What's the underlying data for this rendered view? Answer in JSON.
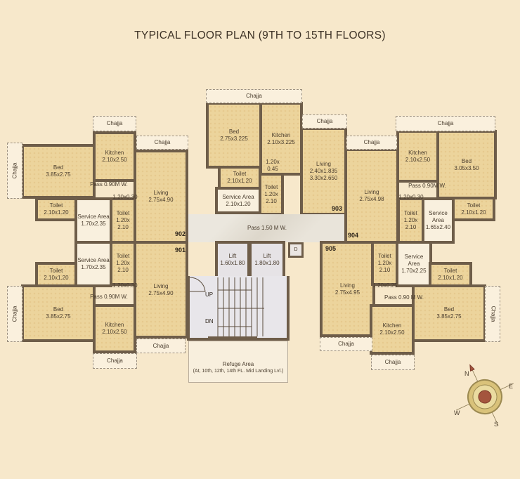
{
  "title": "TYPICAL FLOOR PLAN (9TH TO 15TH FLOORS)",
  "rooms": [
    {
      "label": "Bed",
      "size": "3.85x2.75"
    },
    {
      "label": "Kitchen",
      "size": "2.10x2.50"
    },
    {
      "label": "Living",
      "size": "2.75x4.90"
    },
    {
      "label": "Pass 0.90M W.",
      "size": ""
    },
    {
      "label": "Toilet",
      "size": "2.10x1.20"
    },
    {
      "label": "Service Area",
      "size": "1.70x2.35"
    },
    {
      "label": "Toilet",
      "size": "1.20x\n2.10"
    },
    {
      "label": "1.20x0.30",
      "size": ""
    },
    {
      "label": "Chajja",
      "size": ""
    },
    {
      "label": "Chajja",
      "size": ""
    },
    {
      "label": "Chajja",
      "size": ""
    },
    {
      "label": "Bed",
      "size": "3.85x2.75"
    },
    {
      "label": "Kitchen",
      "size": "2.10x2.50"
    },
    {
      "label": "Living",
      "size": "2.75x4.90"
    },
    {
      "label": "Pass 0.90M W.",
      "size": ""
    },
    {
      "label": "Toilet",
      "size": "2.10x1.20"
    },
    {
      "label": "Service Area",
      "size": "1.70x2.35"
    },
    {
      "label": "Toilet",
      "size": "1.20x\n2.10"
    },
    {
      "label": "1.20x0.30",
      "size": ""
    },
    {
      "label": "Chajja",
      "size": ""
    },
    {
      "label": "Chajja",
      "size": ""
    },
    {
      "label": "Chajja",
      "size": ""
    },
    {
      "label": "Bed",
      "size": "2.75x3.225"
    },
    {
      "label": "Kitchen",
      "size": "2.10x3.225"
    },
    {
      "label": "Living",
      "size": "2.40x1.835\n3.30x2.650"
    },
    {
      "label": "Toilet",
      "size": "2.10x1.20"
    },
    {
      "label": "Service Area",
      "size": "2.10x1.20"
    },
    {
      "label": "Toilet",
      "size": "1.20x\n2.10"
    },
    {
      "label": "1.20x\n0.45",
      "size": ""
    },
    {
      "label": "Chajja",
      "size": ""
    },
    {
      "label": "Chajja",
      "size": ""
    },
    {
      "label": "Pass 1.50 M W.",
      "size": ""
    },
    {
      "label": "Living",
      "size": "2.75x4.98"
    },
    {
      "label": "Kitchen",
      "size": "2.10x2.50"
    },
    {
      "label": "Bed",
      "size": "3.05x3.50"
    },
    {
      "label": "Pass 0.90M W.",
      "size": ""
    },
    {
      "label": "1.20x0.30",
      "size": ""
    },
    {
      "label": "Toilet",
      "size": "1.20x\n2.10"
    },
    {
      "label": "Service Area",
      "size": "1.65x2.40"
    },
    {
      "label": "Toilet",
      "size": "2.10x1.20"
    },
    {
      "label": "Chajja",
      "size": ""
    },
    {
      "label": "Chajja",
      "size": ""
    },
    {
      "label": "Living",
      "size": "2.75x4.95"
    },
    {
      "label": "Toilet",
      "size": "1.20x\n2.10"
    },
    {
      "label": "1.20x0.25",
      "size": ""
    },
    {
      "label": "Service Area",
      "size": "1.70x2.25"
    },
    {
      "label": "Toilet",
      "size": "2.10x1.20"
    },
    {
      "label": "Pass 0.90 M W.",
      "size": ""
    },
    {
      "label": "Bed",
      "size": "3.85x2.75"
    },
    {
      "label": "Kitchen",
      "size": "2.10x2.50"
    },
    {
      "label": "Chajja",
      "size": ""
    },
    {
      "label": "Chajja",
      "size": ""
    },
    {
      "label": "Chajja",
      "size": ""
    },
    {
      "label": "Lift",
      "size": "1.60x1.80"
    },
    {
      "label": "Lift",
      "size": "1.80x1.80"
    },
    {
      "label": "D",
      "size": ""
    },
    {
      "label": "",
      "size": ""
    },
    {
      "label": "Refuge Area",
      "size": "(At, 10th, 12th, 14th FL. Mid Landing Lvl.)"
    }
  ],
  "stairs": {
    "up": "UP",
    "down": "DN"
  },
  "flat_numbers": [
    "902",
    "901",
    "903",
    "904",
    "905"
  ],
  "compass": {
    "north": "N",
    "east": "E",
    "south": "S",
    "west": "W"
  }
}
